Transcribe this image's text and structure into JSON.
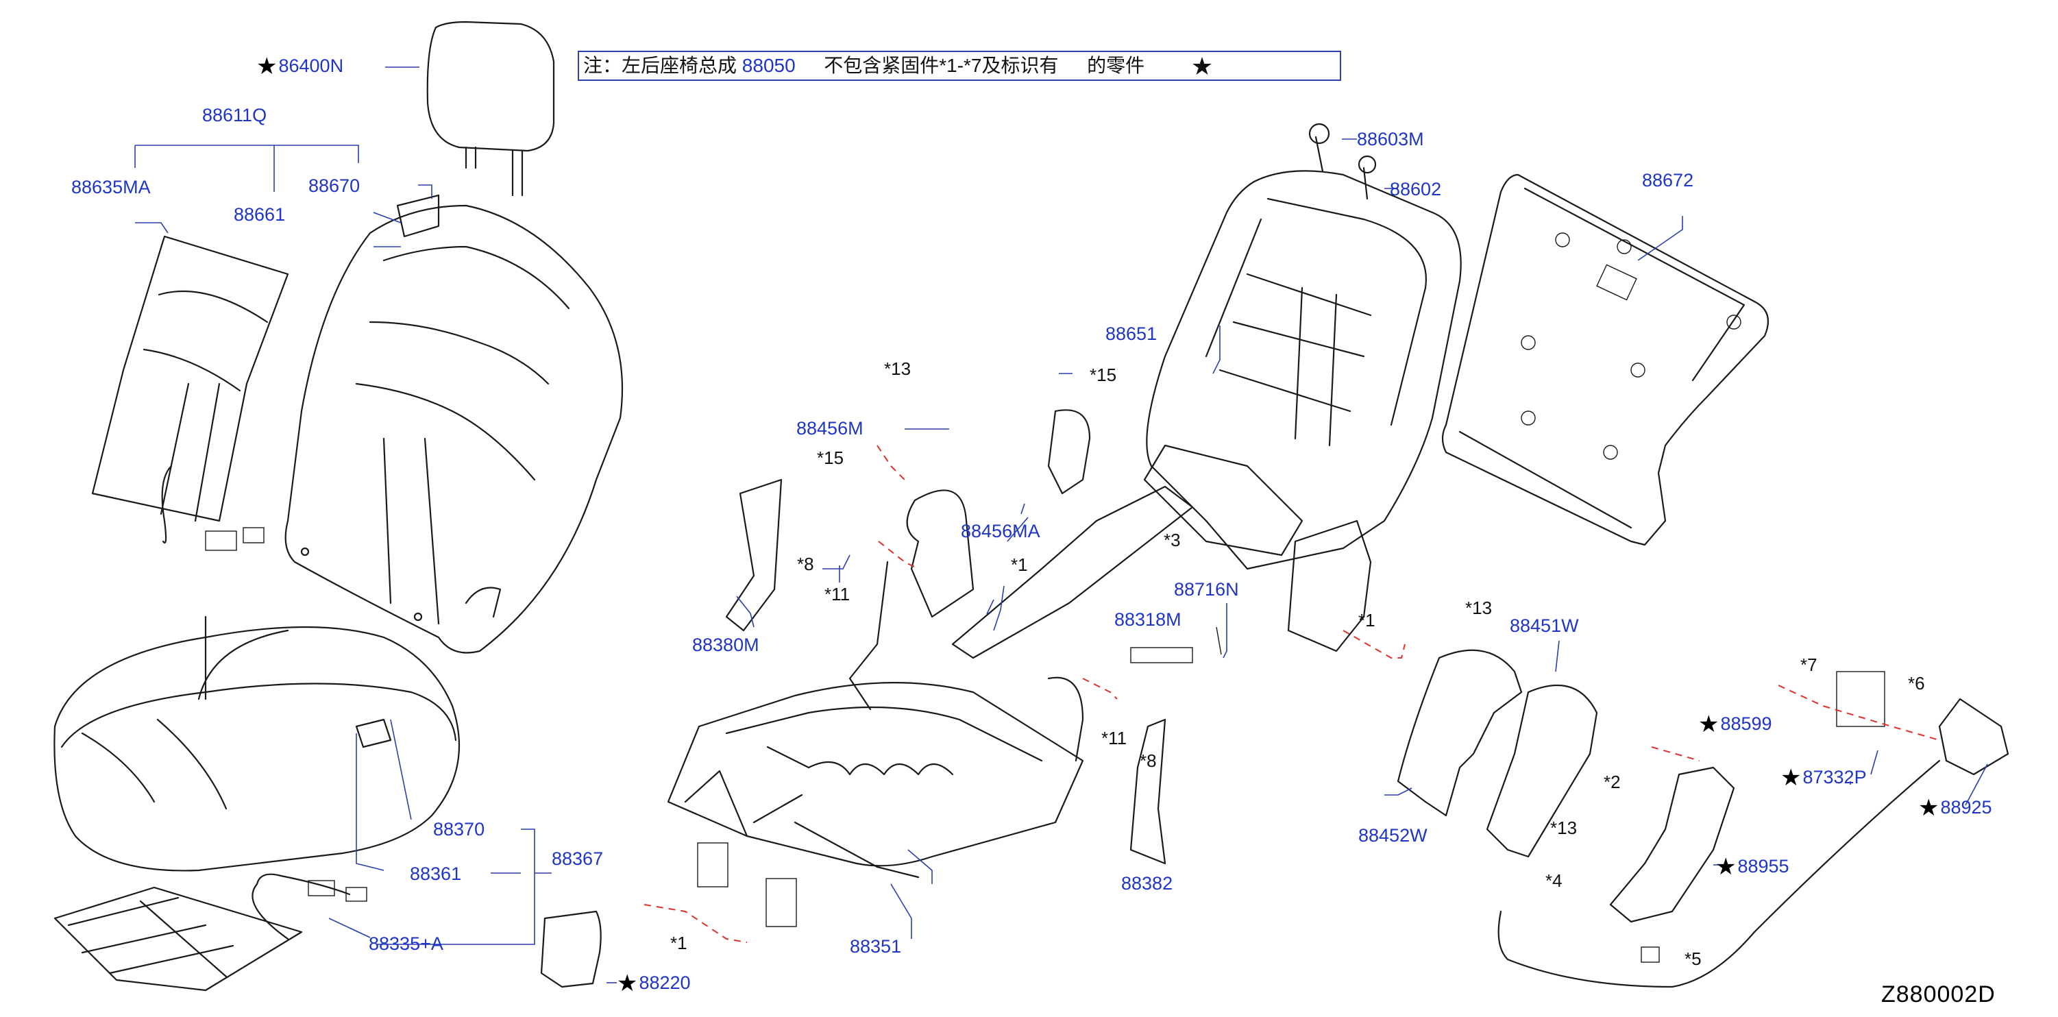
{
  "note": {
    "prefix": "注：左后座椅总成",
    "assembly_no": "88050",
    "middle": "不包含紧固件*1-*7及标识有",
    "suffix": "的零件",
    "star": "★"
  },
  "diagram_code": "Z880002D",
  "labels": [
    {
      "id": "86400N",
      "text": "86400N",
      "starred": true
    },
    {
      "id": "88611Q",
      "text": "88611Q",
      "starred": false
    },
    {
      "id": "88635MA",
      "text": "88635MA",
      "starred": false
    },
    {
      "id": "88661",
      "text": "88661",
      "starred": false
    },
    {
      "id": "88670",
      "text": "88670",
      "starred": false
    },
    {
      "id": "88370",
      "text": "88370",
      "starred": false
    },
    {
      "id": "88361",
      "text": "88361",
      "starred": false
    },
    {
      "id": "88367",
      "text": "88367",
      "starred": false
    },
    {
      "id": "88335A",
      "text": "88335+A",
      "starred": false
    },
    {
      "id": "88220",
      "text": "88220",
      "starred": true
    },
    {
      "id": "88456M",
      "text": "88456M",
      "starred": false
    },
    {
      "id": "88456MA",
      "text": "88456MA",
      "starred": false
    },
    {
      "id": "88380M",
      "text": "88380M",
      "starred": false
    },
    {
      "id": "88351",
      "text": "88351",
      "starred": false
    },
    {
      "id": "88382",
      "text": "88382",
      "starred": false
    },
    {
      "id": "88318M",
      "text": "88318M",
      "starred": false
    },
    {
      "id": "88716N",
      "text": "88716N",
      "starred": false
    },
    {
      "id": "88651",
      "text": "88651",
      "starred": false
    },
    {
      "id": "88603M",
      "text": "88603M",
      "starred": false
    },
    {
      "id": "88602",
      "text": "88602",
      "starred": false
    },
    {
      "id": "88672",
      "text": "88672",
      "starred": false
    },
    {
      "id": "88451W",
      "text": "88451W",
      "starred": false
    },
    {
      "id": "88452W",
      "text": "88452W",
      "starred": false
    },
    {
      "id": "88599",
      "text": "88599",
      "starred": true
    },
    {
      "id": "87332P",
      "text": "87332P",
      "starred": true
    },
    {
      "id": "88925",
      "text": "88925",
      "starred": true
    },
    {
      "id": "88955",
      "text": "88955",
      "starred": true
    }
  ],
  "fasteners": [
    {
      "id": "r13a",
      "text": "*13"
    },
    {
      "id": "r15a",
      "text": "*15"
    },
    {
      "id": "r15b",
      "text": "*15"
    },
    {
      "id": "r8a",
      "text": "*8"
    },
    {
      "id": "r11a",
      "text": "*11"
    },
    {
      "id": "r1a",
      "text": "*1"
    },
    {
      "id": "r3",
      "text": "*3"
    },
    {
      "id": "r1b",
      "text": "*1"
    },
    {
      "id": "r13b",
      "text": "*13"
    },
    {
      "id": "r11b",
      "text": "*11"
    },
    {
      "id": "r8b",
      "text": "*8"
    },
    {
      "id": "r1c",
      "text": "*1"
    },
    {
      "id": "r7",
      "text": "*7"
    },
    {
      "id": "r6",
      "text": "*6"
    },
    {
      "id": "r2",
      "text": "*2"
    },
    {
      "id": "r13c",
      "text": "*13"
    },
    {
      "id": "r4",
      "text": "*4"
    },
    {
      "id": "r5",
      "text": "*5"
    }
  ]
}
